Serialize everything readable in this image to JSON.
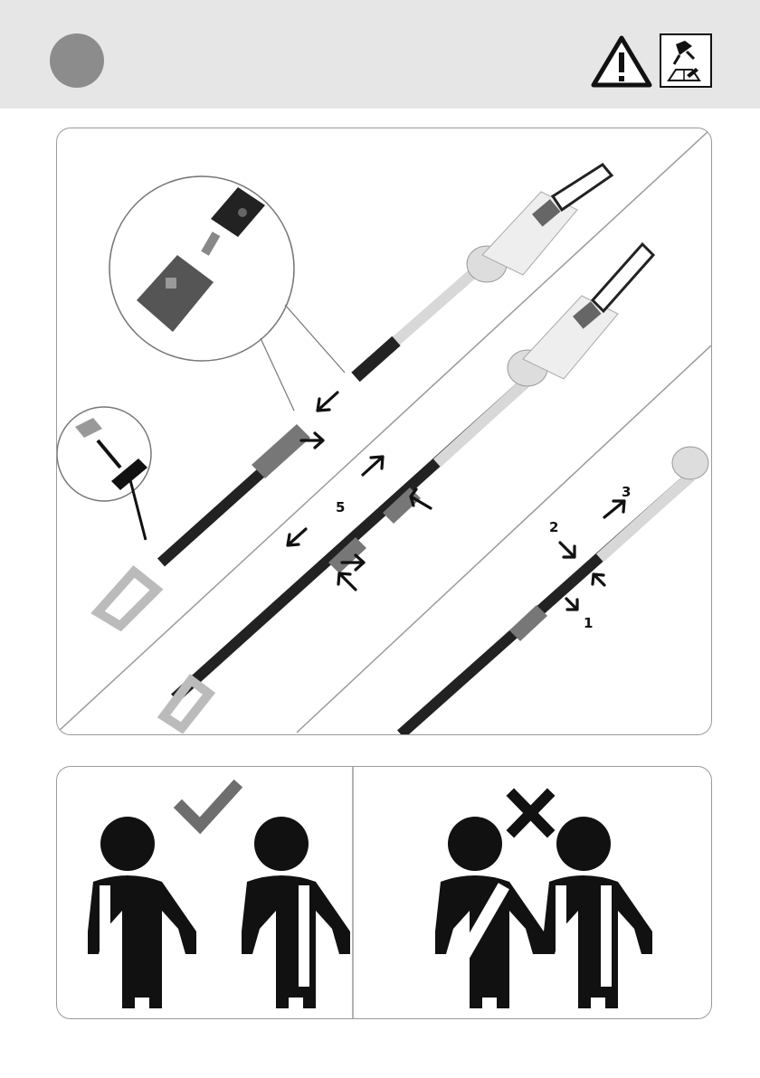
{
  "icons": {
    "step_marker": "grey-circle-icon",
    "warning": "warning-triangle-icon",
    "manual": "read-manual-icon",
    "correct": "check-mark-icon",
    "incorrect": "cross-mark-icon"
  },
  "colors": {
    "header_bg": "#e6e6e6",
    "step_circle": "#8c8c8c",
    "check": "#6e6e6e",
    "cross": "#111111",
    "figure": "#111111"
  },
  "labels": {
    "five": "5",
    "one": "1",
    "two": "2",
    "three": "3"
  }
}
